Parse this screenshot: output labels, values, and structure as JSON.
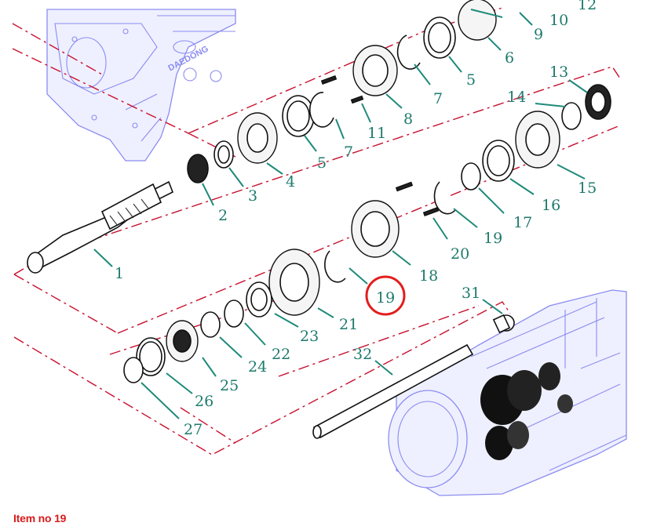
{
  "brand_text": "DAEDONG",
  "callouts": [
    "1",
    "2",
    "3",
    "4",
    "5",
    "5",
    "6",
    "7",
    "7",
    "8",
    "9",
    "10",
    "11",
    "12",
    "13",
    "14",
    "15",
    "16",
    "17",
    "18",
    "19",
    "19",
    "20",
    "21",
    "22",
    "23",
    "24",
    "25",
    "26",
    "27",
    "31",
    "32"
  ],
  "highlighted_item": "19",
  "caption": "Item no 19",
  "colors": {
    "leader": "#1f8a7a",
    "callout_text": "#1f7a6d",
    "axis": "#c8102e",
    "highlight_ring": "#e31d1d",
    "housing": "#8c8cf0",
    "caption": "#d81b1b"
  }
}
